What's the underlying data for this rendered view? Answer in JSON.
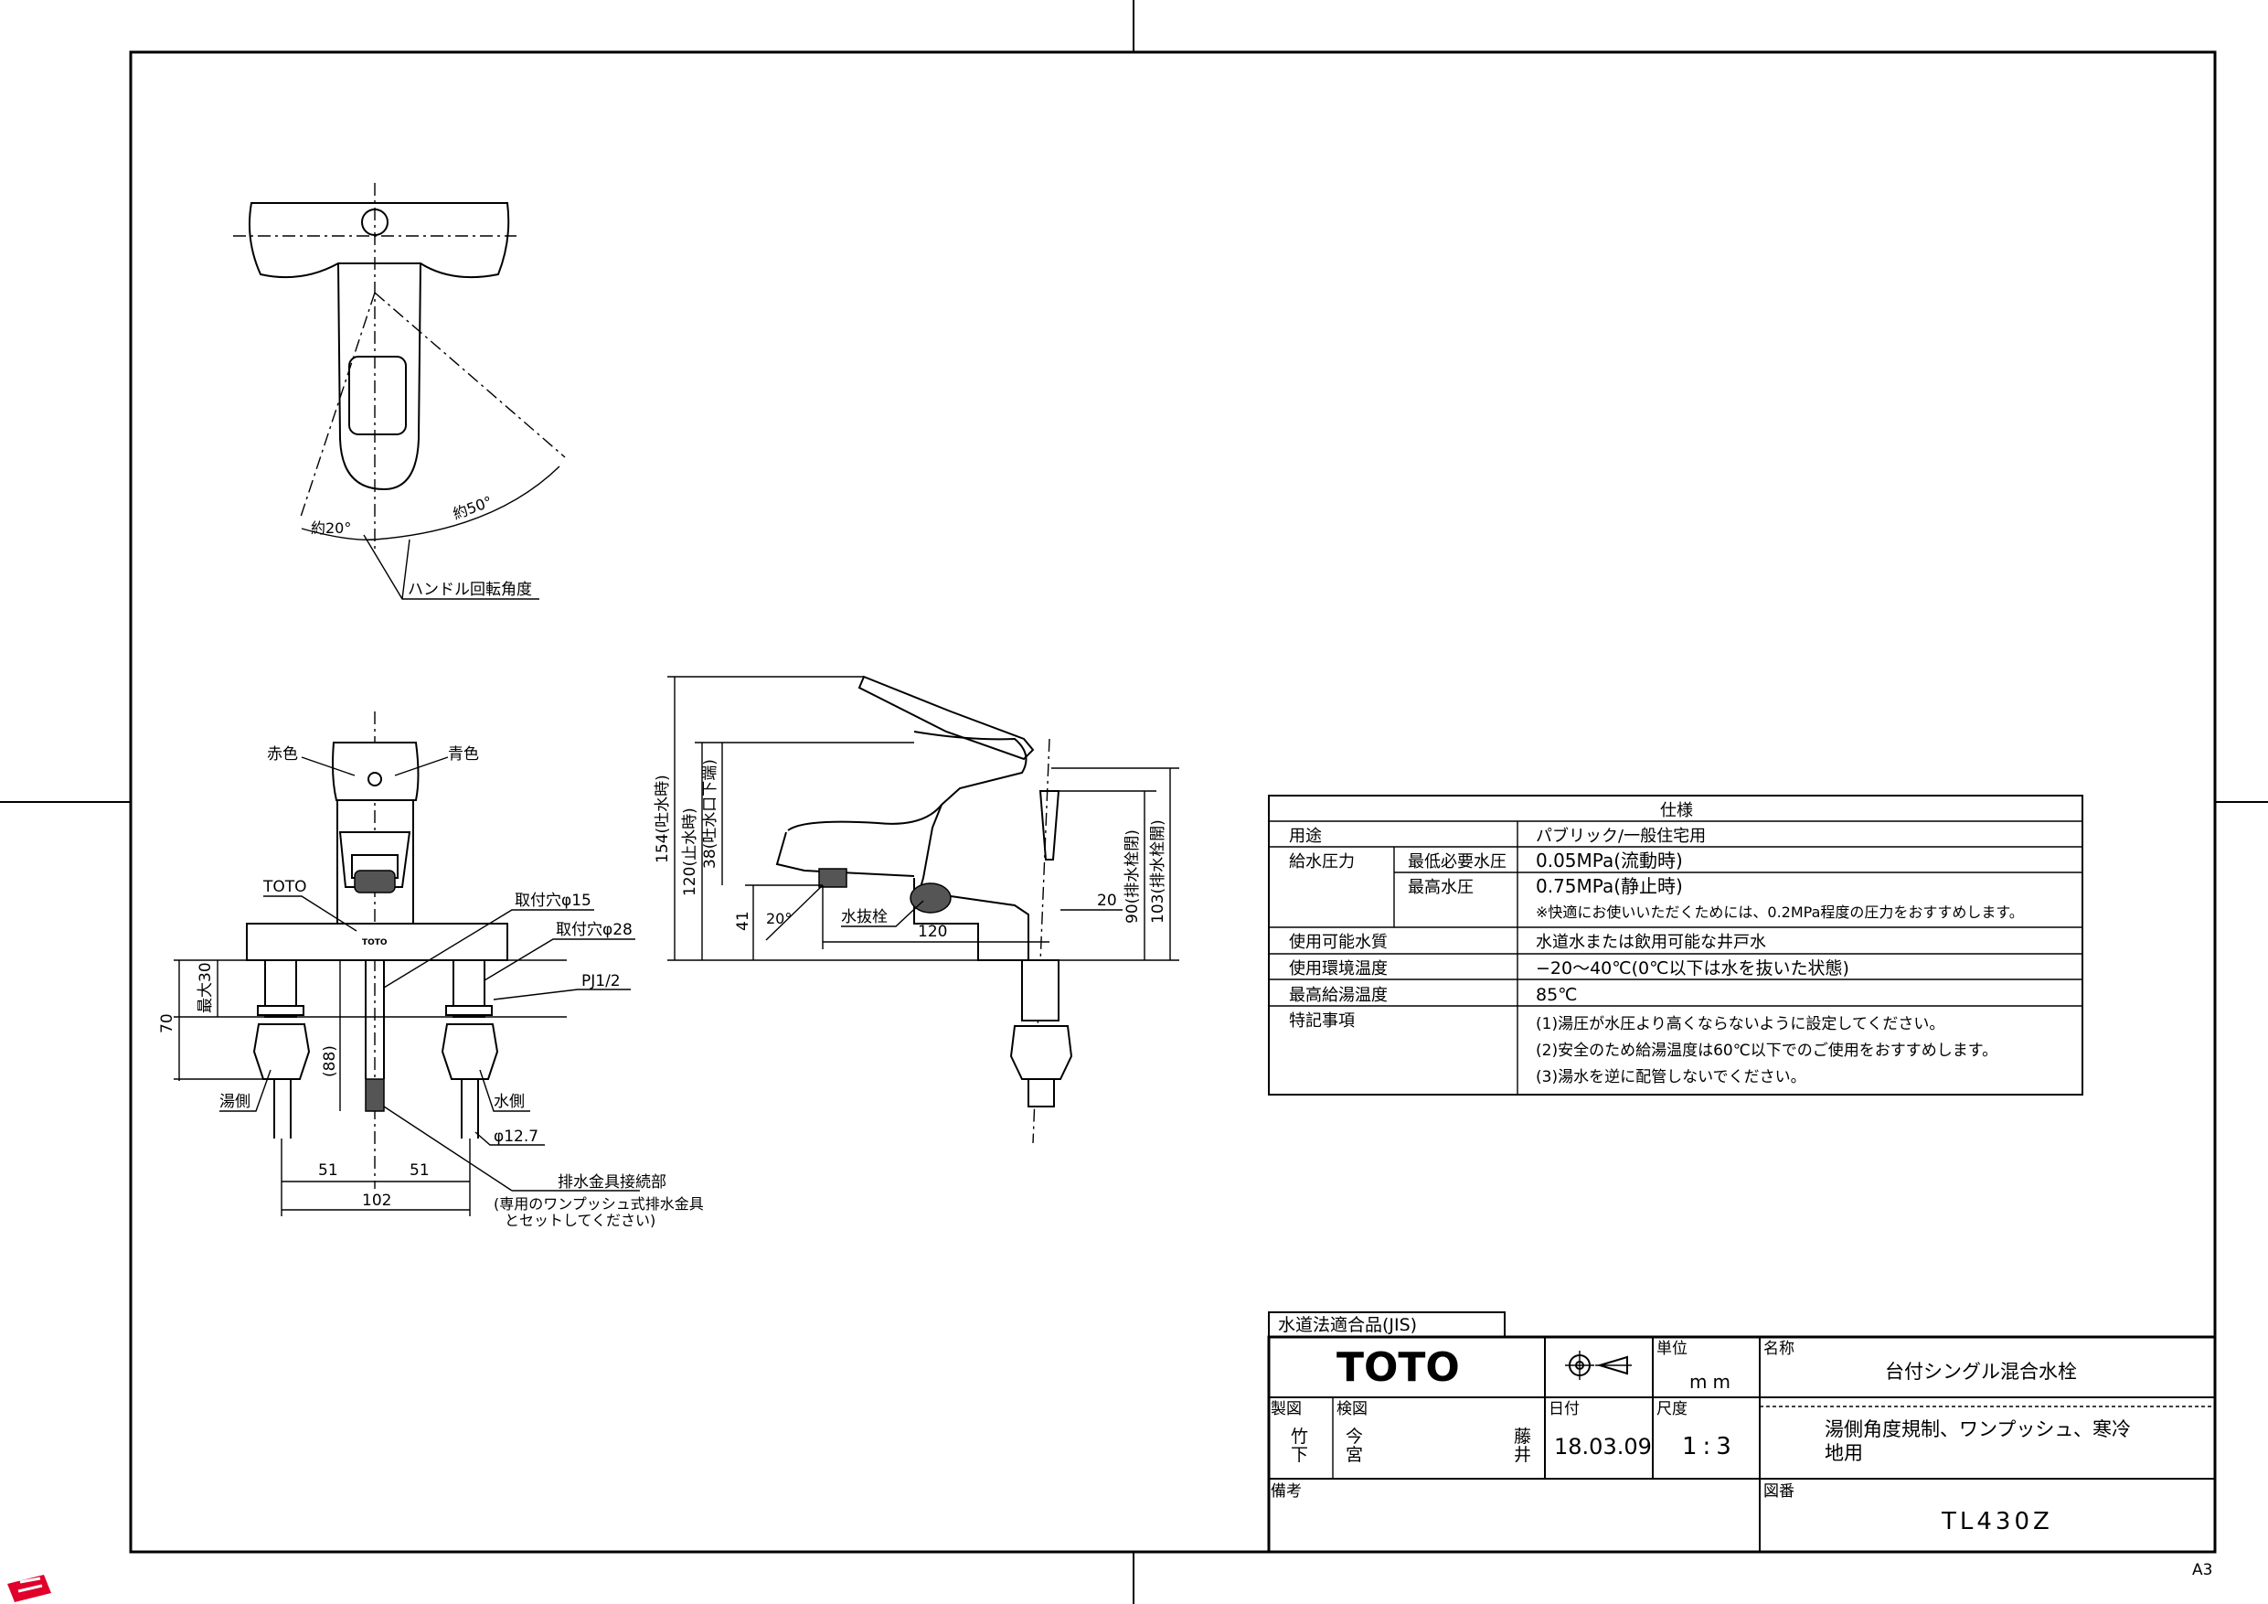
{
  "sheet": {
    "size_mark": "A3"
  },
  "top_view": {
    "angle_hot": "約20°",
    "angle_cold": "約50°",
    "handle_label": "ハンドル回転角度"
  },
  "front_view": {
    "red_label": "赤色",
    "blue_label": "青色",
    "toto_label": "TOTO",
    "hole15_label": "取付穴φ15",
    "hole28_label": "取付穴φ28",
    "pj_label": "PJ1/2",
    "max30_label": "最大30",
    "dim70": "70",
    "dim88": "(88)",
    "hot_side": "湯側",
    "cold_side": "水側",
    "pipe_label": "φ12.7",
    "dim51a": "51",
    "dim51b": "51",
    "dim102": "102",
    "drain_title": "排水金具接続部",
    "drain_note1": "(専用のワンプッシュ式排水金具",
    "drain_note2": "とセットしてください)",
    "logo_small": "TOTO"
  },
  "side_view": {
    "dim154": "154(吐水時)",
    "dim120": "120(止水時)",
    "dim38": "38(吐水口下端)",
    "dim41": "41",
    "angle20": "20°",
    "drain_plug": "水抜栓",
    "dim120b": "120",
    "dim20": "20",
    "dim90": "90(排水栓閉)",
    "dim103": "103(排水栓開)"
  },
  "spec_table": {
    "title": "仕様",
    "rows": [
      {
        "label": "用途",
        "sub": "",
        "value": "パブリック/一般住宅用"
      },
      {
        "label": "給水圧力",
        "sub": "最低必要水圧",
        "value": "0.05MPa(流動時)"
      },
      {
        "label": "",
        "sub": "最高水圧",
        "value": "0.75MPa(静止時)"
      },
      {
        "label": "",
        "sub": "",
        "value": "※快適にお使いいただくためには、0.2MPa程度の圧力をおすすめします。"
      },
      {
        "label": "使用可能水質",
        "sub": "",
        "value": "水道水または飲用可能な井戸水"
      },
      {
        "label": "使用環境温度",
        "sub": "",
        "value": "−20〜40℃(0℃以下は水を抜いた状態)"
      },
      {
        "label": "最高給湯温度",
        "sub": "",
        "value": "85℃"
      },
      {
        "label": "特記事項",
        "sub": "",
        "value": "(1)湯圧が水圧より高くならないように設定してください。"
      },
      {
        "label": "",
        "sub": "",
        "value": "(2)安全のため給湯温度は60℃以下でのご使用をおすすめします。"
      },
      {
        "label": "",
        "sub": "",
        "value": "(3)湯水を逆に配管しないでください。"
      }
    ]
  },
  "title_block": {
    "jis": "水道法適合品(JIS)",
    "logo": "TOTO",
    "unit_label": "単位",
    "unit_value": "mm",
    "name_label": "名称",
    "name_value": "台付シングル混合水栓",
    "drawn_label": "製図",
    "drawn1": "竹",
    "drawn2": "下",
    "check_label": "検図",
    "check1": "今",
    "check2": "宮",
    "approve1": "藤",
    "approve2": "井",
    "date_label": "日付",
    "date_value": "18.03.09",
    "scale_label": "尺度",
    "scale_value": "1:3",
    "desc1": "湯側角度規制、ワンプッシュ、寒冷",
    "desc2": "地用",
    "remarks_label": "備考",
    "dwg_label": "図番",
    "dwg_value": "TL430Z"
  }
}
